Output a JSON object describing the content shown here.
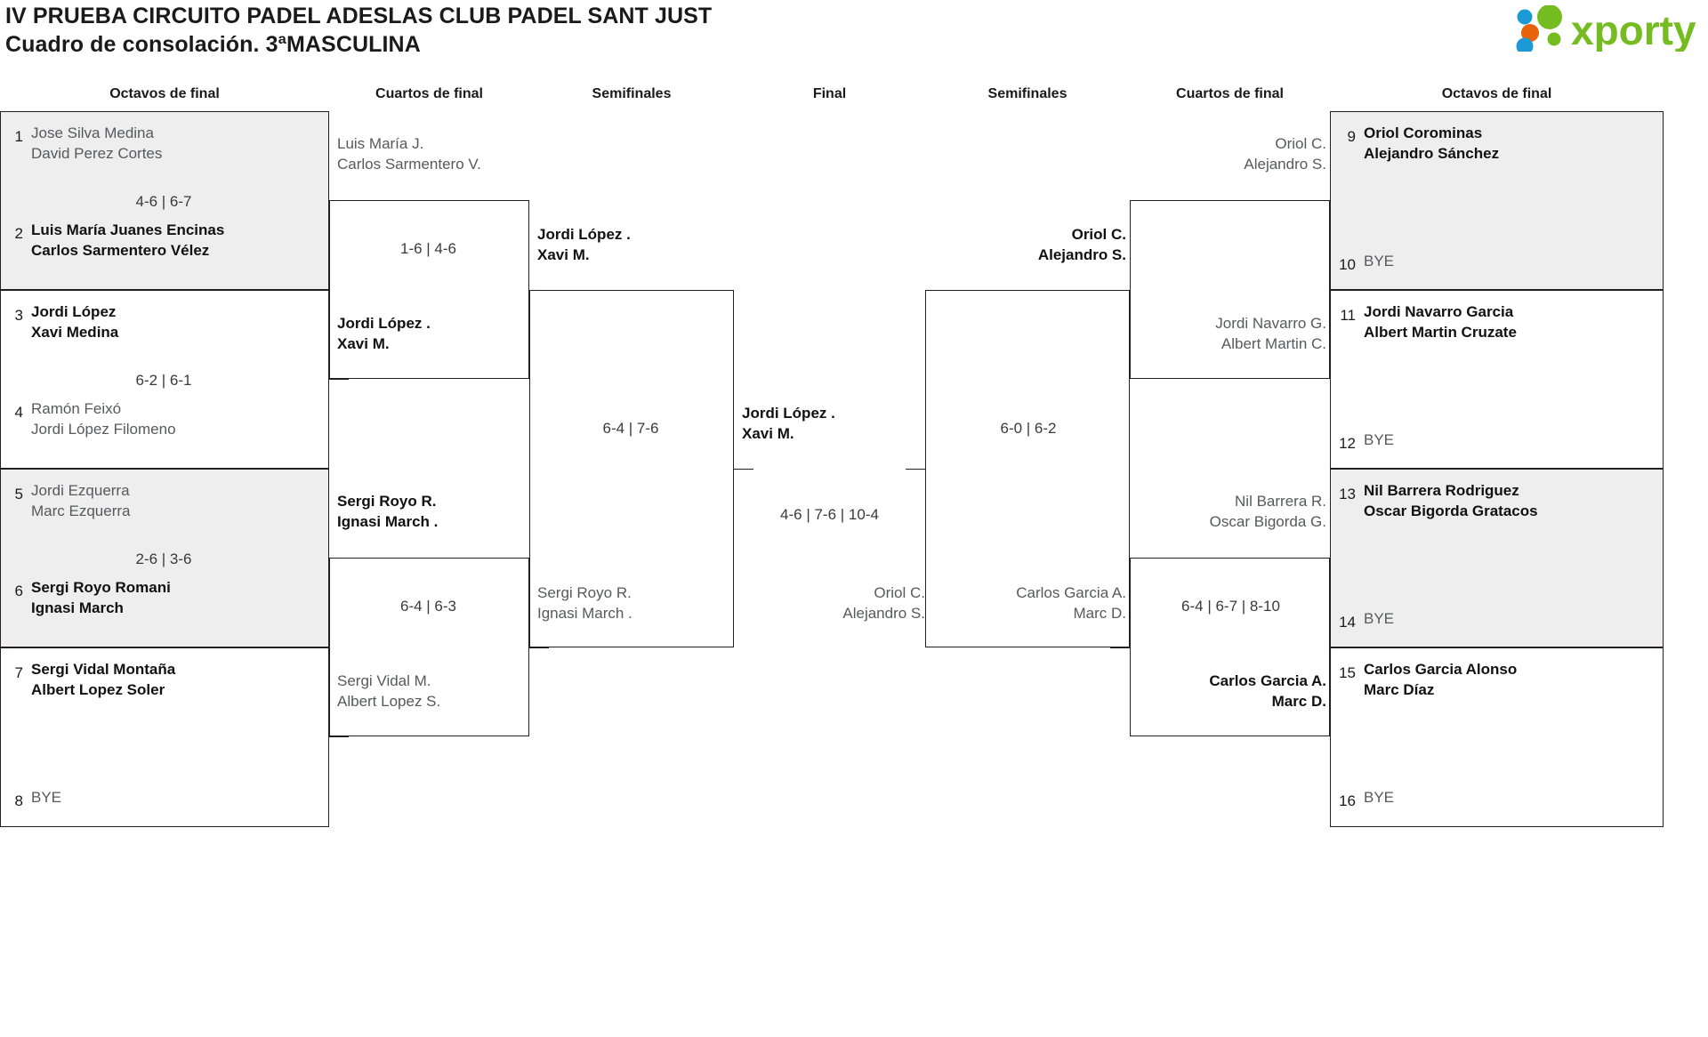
{
  "header": {
    "title_line1": "IV PRUEBA CIRCUITO PADEL ADESLAS CLUB PADEL SANT JUST",
    "title_line2": "Cuadro de consolación. 3ªMASCULINA",
    "logo_text": "xporty",
    "logo_colors": {
      "green": "#74bc1f",
      "blue": "#1c9ad6",
      "orange": "#e8620c"
    }
  },
  "rounds": [
    {
      "label": "Octavos de final"
    },
    {
      "label": "Cuartos de final"
    },
    {
      "label": "Semifinales"
    },
    {
      "label": "Final"
    },
    {
      "label": "Semifinales"
    },
    {
      "label": "Cuartos de final"
    },
    {
      "label": "Octavos de final"
    }
  ],
  "left_octavos": {
    "entries": [
      {
        "seed": "1",
        "p1": "Jose Silva Medina",
        "p2": "David Perez Cortes",
        "status": "lose"
      },
      {
        "seed": "2",
        "p1": "Luis María Juanes Encinas",
        "p2": "Carlos Sarmentero Vélez",
        "status": "win"
      },
      {
        "seed": "3",
        "p1": "Jordi López",
        "p2": "Xavi Medina",
        "status": "win"
      },
      {
        "seed": "4",
        "p1": "Ramón Feixó",
        "p2": "Jordi López Filomeno",
        "status": "lose"
      },
      {
        "seed": "5",
        "p1": "Jordi Ezquerra",
        "p2": "Marc Ezquerra",
        "status": "lose"
      },
      {
        "seed": "6",
        "p1": "Sergi Royo Romani",
        "p2": "Ignasi March",
        "status": "win"
      },
      {
        "seed": "7",
        "p1": "Sergi Vidal Montaña",
        "p2": "Albert Lopez Soler",
        "status": "win"
      },
      {
        "seed": "8",
        "bye": "BYE",
        "status": "bye"
      }
    ],
    "scores": [
      "4-6 | 6-7",
      "6-2 | 6-1",
      "2-6 | 3-6",
      ""
    ]
  },
  "right_octavos": {
    "entries": [
      {
        "seed": "9",
        "p1": "Oriol Corominas",
        "p2": "Alejandro Sánchez",
        "status": "win"
      },
      {
        "seed": "10",
        "bye": "BYE",
        "status": "bye"
      },
      {
        "seed": "11",
        "p1": "Jordi Navarro Garcia",
        "p2": "Albert Martin Cruzate",
        "status": "win"
      },
      {
        "seed": "12",
        "bye": "BYE",
        "status": "bye"
      },
      {
        "seed": "13",
        "p1": "Nil Barrera Rodriguez",
        "p2": "Oscar Bigorda Gratacos",
        "status": "win"
      },
      {
        "seed": "14",
        "bye": "BYE",
        "status": "bye"
      },
      {
        "seed": "15",
        "p1": "Carlos Garcia Alonso",
        "p2": "Marc Díaz",
        "status": "win"
      },
      {
        "seed": "16",
        "bye": "BYE",
        "status": "bye"
      }
    ]
  },
  "left_cuartos": {
    "matches": [
      {
        "top": {
          "p1": "Luis María J.",
          "p2": "Carlos Sarmentero V.",
          "status": "lose"
        },
        "bottom": {
          "p1": "Jordi López .",
          "p2": "Xavi M.",
          "status": "win"
        },
        "score": "1-6 | 4-6"
      },
      {
        "top": {
          "p1": "Sergi Royo R.",
          "p2": "Ignasi March .",
          "status": "win"
        },
        "bottom": {
          "p1": "Sergi Vidal M.",
          "p2": "Albert Lopez S.",
          "status": "lose"
        },
        "score": "6-4 | 6-3"
      }
    ]
  },
  "left_semis": {
    "matches": [
      {
        "top": {
          "p1": "Jordi López .",
          "p2": "Xavi M.",
          "status": "win"
        },
        "bottom": {
          "p1": "Sergi Royo R.",
          "p2": "Ignasi March .",
          "status": "lose"
        },
        "score": "6-4 | 7-6"
      }
    ]
  },
  "final": {
    "top": {
      "p1": "Jordi López .",
      "p2": "Xavi M.",
      "status": "win"
    },
    "bottom": {
      "p1": "Oriol C.",
      "p2": "Alejandro S.",
      "status": "lose"
    },
    "score": "4-6 | 7-6 | 10-4"
  },
  "right_semis": {
    "matches": [
      {
        "top": {
          "p1": "Oriol C.",
          "p2": "Alejandro S.",
          "status": "win"
        },
        "bottom": {
          "p1": "Carlos Garcia A.",
          "p2": "Marc D.",
          "status": "lose"
        },
        "score": "6-0 | 6-2"
      }
    ]
  },
  "right_cuartos": {
    "matches": [
      {
        "top": {
          "p1": "Oriol C.",
          "p2": "Alejandro S.",
          "status": "lose"
        },
        "bottom": {
          "p1": "Jordi Navarro G.",
          "p2": "Albert Martin C.",
          "status": "lose"
        },
        "score": ""
      },
      {
        "top": {
          "p1": "Nil Barrera R.",
          "p2": "Oscar Bigorda G.",
          "status": "lose"
        },
        "bottom": {
          "p1": "Carlos Garcia A.",
          "p2": "Marc D.",
          "status": "win"
        },
        "score": "6-4 | 6-7 | 8-10"
      }
    ]
  }
}
